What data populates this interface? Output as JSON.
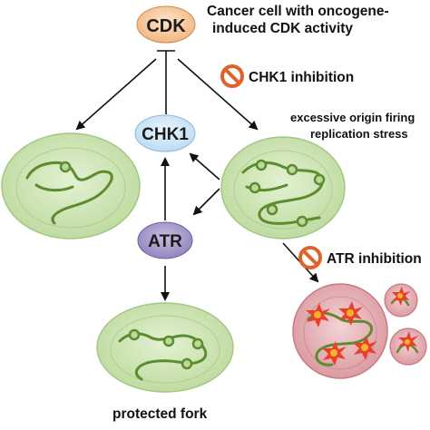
{
  "nodes": {
    "cdk": "CDK",
    "chk1": "CHK1",
    "atr": "ATR"
  },
  "labels": {
    "cancer_line1": "Cancer cell with oncogene-",
    "cancer_line2": "induced CDK activity",
    "chk1_inhibition": "CHK1 inhibition",
    "stress_line1": "excessive origin firing",
    "stress_line2": "replication stress",
    "atr_inhibition": "ATR inhibition",
    "protected_fork": "protected fork"
  },
  "colors": {
    "cdk_fill": "#f6c69a",
    "chk1_fill": "#cfe6f7",
    "atr_fill": "#a79bc9",
    "cell_fill": "#cfe6b4",
    "cell_stroke": "#9cc27a",
    "dna": "#6a9a3a",
    "inhibit_sign": "#e0622b",
    "dying_cell_fill": "#e7b0b5",
    "burst": "#e8412b"
  }
}
